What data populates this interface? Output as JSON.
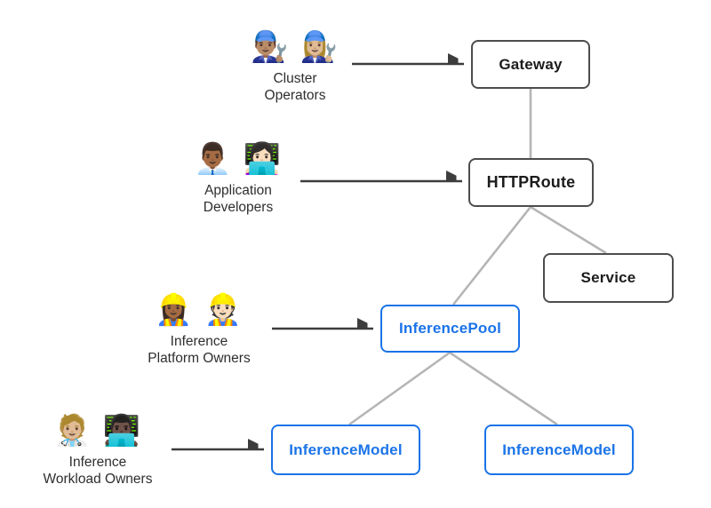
{
  "colors": {
    "background": "#ffffff",
    "connector": "#b5b5b5",
    "arrow": "#3d3d3d",
    "box_border_dark": "#4d4d4d",
    "box_text_dark": "#1c1c1c",
    "box_border_blue": "#1a73e8",
    "box_text_blue": "#1a73e8",
    "label_text": "#2e2e2e"
  },
  "personas": [
    {
      "emoji": "👨🏽‍🔧 👩🏼‍🔧",
      "lines": [
        "Cluster",
        "Operators"
      ],
      "points_to": "Gateway"
    },
    {
      "emoji": "👨🏾‍💼 👩🏻‍💻",
      "lines": [
        "Application",
        "Developers"
      ],
      "points_to": "HTTPRoute"
    },
    {
      "emoji": "👷🏾‍♀️ 👷🏻",
      "lines": [
        "Inference",
        "Platform Owners"
      ],
      "points_to": "InferencePool"
    },
    {
      "emoji": "🧑🏼‍⚕️ 👨🏿‍💻",
      "lines": [
        "Inference",
        "Workload Owners"
      ],
      "points_to": "InferenceModel"
    }
  ],
  "nodes": [
    {
      "label": "Gateway",
      "style": "dark"
    },
    {
      "label": "HTTPRoute",
      "style": "dark"
    },
    {
      "label": "Service",
      "style": "dark"
    },
    {
      "label": "InferencePool",
      "style": "blue"
    },
    {
      "label": "InferenceModel",
      "style": "blue"
    },
    {
      "label": "InferenceModel",
      "style": "blue"
    }
  ],
  "edges": [
    {
      "from": "Gateway",
      "to": "HTTPRoute"
    },
    {
      "from": "HTTPRoute",
      "to": "InferencePool"
    },
    {
      "from": "HTTPRoute",
      "to": "Service"
    },
    {
      "from": "InferencePool",
      "to": "InferenceModel"
    },
    {
      "from": "InferencePool",
      "to": "InferenceModel"
    }
  ]
}
